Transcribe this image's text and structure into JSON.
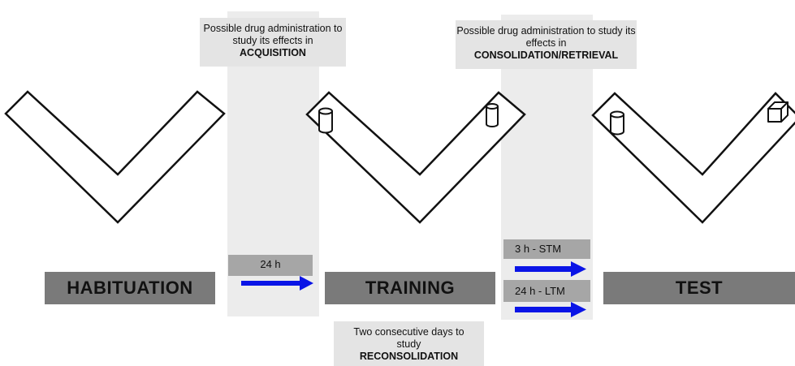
{
  "notes": {
    "acquisition": {
      "text": "Possible drug administration to study its effects in ",
      "bold": "ACQUISITION"
    },
    "consolidation": {
      "text": "Possible drug administration to study its effects in ",
      "bold": "CONSOLIDATION/RETRIEVAL"
    },
    "reconsolidation": {
      "text": "Two consecutive days to study ",
      "bold": "RECONSOLIDATION"
    }
  },
  "stages": {
    "habituation": "HABITUATION",
    "training": "TRAINING",
    "test": "TEST"
  },
  "intervals": {
    "first": "24 h",
    "stm": "3 h - STM",
    "ltm": "24 h - LTM"
  },
  "colors": {
    "arrow": "#0a14e6",
    "stage_box": "#7a7a7a",
    "interval_box": "#a6a6a6",
    "band": "#ececec",
    "note_box": "#e4e4e4"
  },
  "objects": {
    "training": [
      "cylinder",
      "cylinder"
    ],
    "test": [
      "cylinder",
      "cube"
    ]
  }
}
